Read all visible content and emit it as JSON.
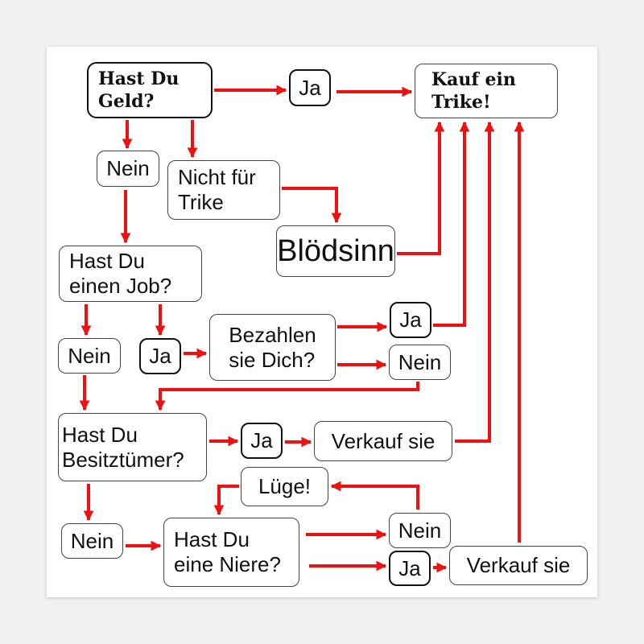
{
  "colors": {
    "arrow": "#ee1111",
    "border": "#444444",
    "background": "#ffffff"
  },
  "nodes": {
    "hast_du_geld": "Hast Du\nGeld?",
    "ja_1": "Ja",
    "kauf_ein_trike": "Kauf ein\nTrike!",
    "nein_1": "Nein",
    "nicht_fuer_trike": "Nicht für\nTrike",
    "bloedsinn": "Blödsinn",
    "hast_du_einen_job": "Hast Du\neinen Job?",
    "nein_2": "Nein",
    "ja_2": "Ja",
    "bezahlen_sie_dich": "Bezahlen\nsie Dich?",
    "ja_3": "Ja",
    "nein_3": "Nein",
    "hast_du_besitztuemer": "Hast Du\nBesitztümer?",
    "ja_4": "Ja",
    "verkauf_sie_1": "Verkauf sie",
    "luege": "Lüge!",
    "nein_4": "Nein",
    "hast_du_eine_niere": "Hast Du\neine Niere?",
    "nein_5": "Nein",
    "ja_5": "Ja",
    "verkauf_sie_2": "Verkauf sie"
  }
}
